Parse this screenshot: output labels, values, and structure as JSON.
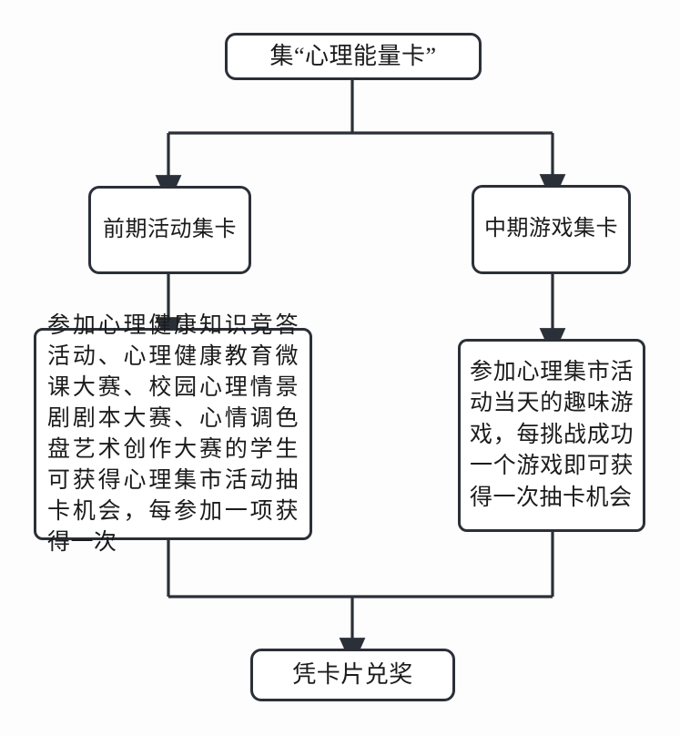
{
  "diagram": {
    "title_text": "集“心理能量卡”",
    "background_color": "#fdfdfd",
    "line_color": "#2b3038",
    "box_fill_color": "#ffffff",
    "nodes": {
      "root": {
        "label": "集“心理能量卡”"
      },
      "early": {
        "label": "前期活动集卡"
      },
      "mid": {
        "label": "中期游戏集卡"
      },
      "early_detail": {
        "label": "参加心理健康知识竞答活动、心理健康教育微课大赛、校园心理情景剧剧本大赛、心情调色盘艺术创作大赛的学生可获得心理集市活动抽卡机会，每参加一项获得一次"
      },
      "mid_detail": {
        "label": "参加心理集市活动当天的趣味游戏，每挑战成功一个游戏即可获得一次抽卡机会"
      },
      "redeem": {
        "label": "凭卡片兑奖"
      }
    },
    "edges": [
      {
        "from": "root",
        "to": "early",
        "style": "elbow-down-left-arrow"
      },
      {
        "from": "root",
        "to": "mid",
        "style": "elbow-down-right-arrow"
      },
      {
        "from": "early",
        "to": "early_detail",
        "style": "straight-down-arrow"
      },
      {
        "from": "mid",
        "to": "mid_detail",
        "style": "straight-down-arrow"
      },
      {
        "from": "early_detail",
        "to": "redeem",
        "style": "elbow-merge-down-arrow"
      },
      {
        "from": "mid_detail",
        "to": "redeem",
        "style": "elbow-merge-down-arrow"
      }
    ]
  }
}
